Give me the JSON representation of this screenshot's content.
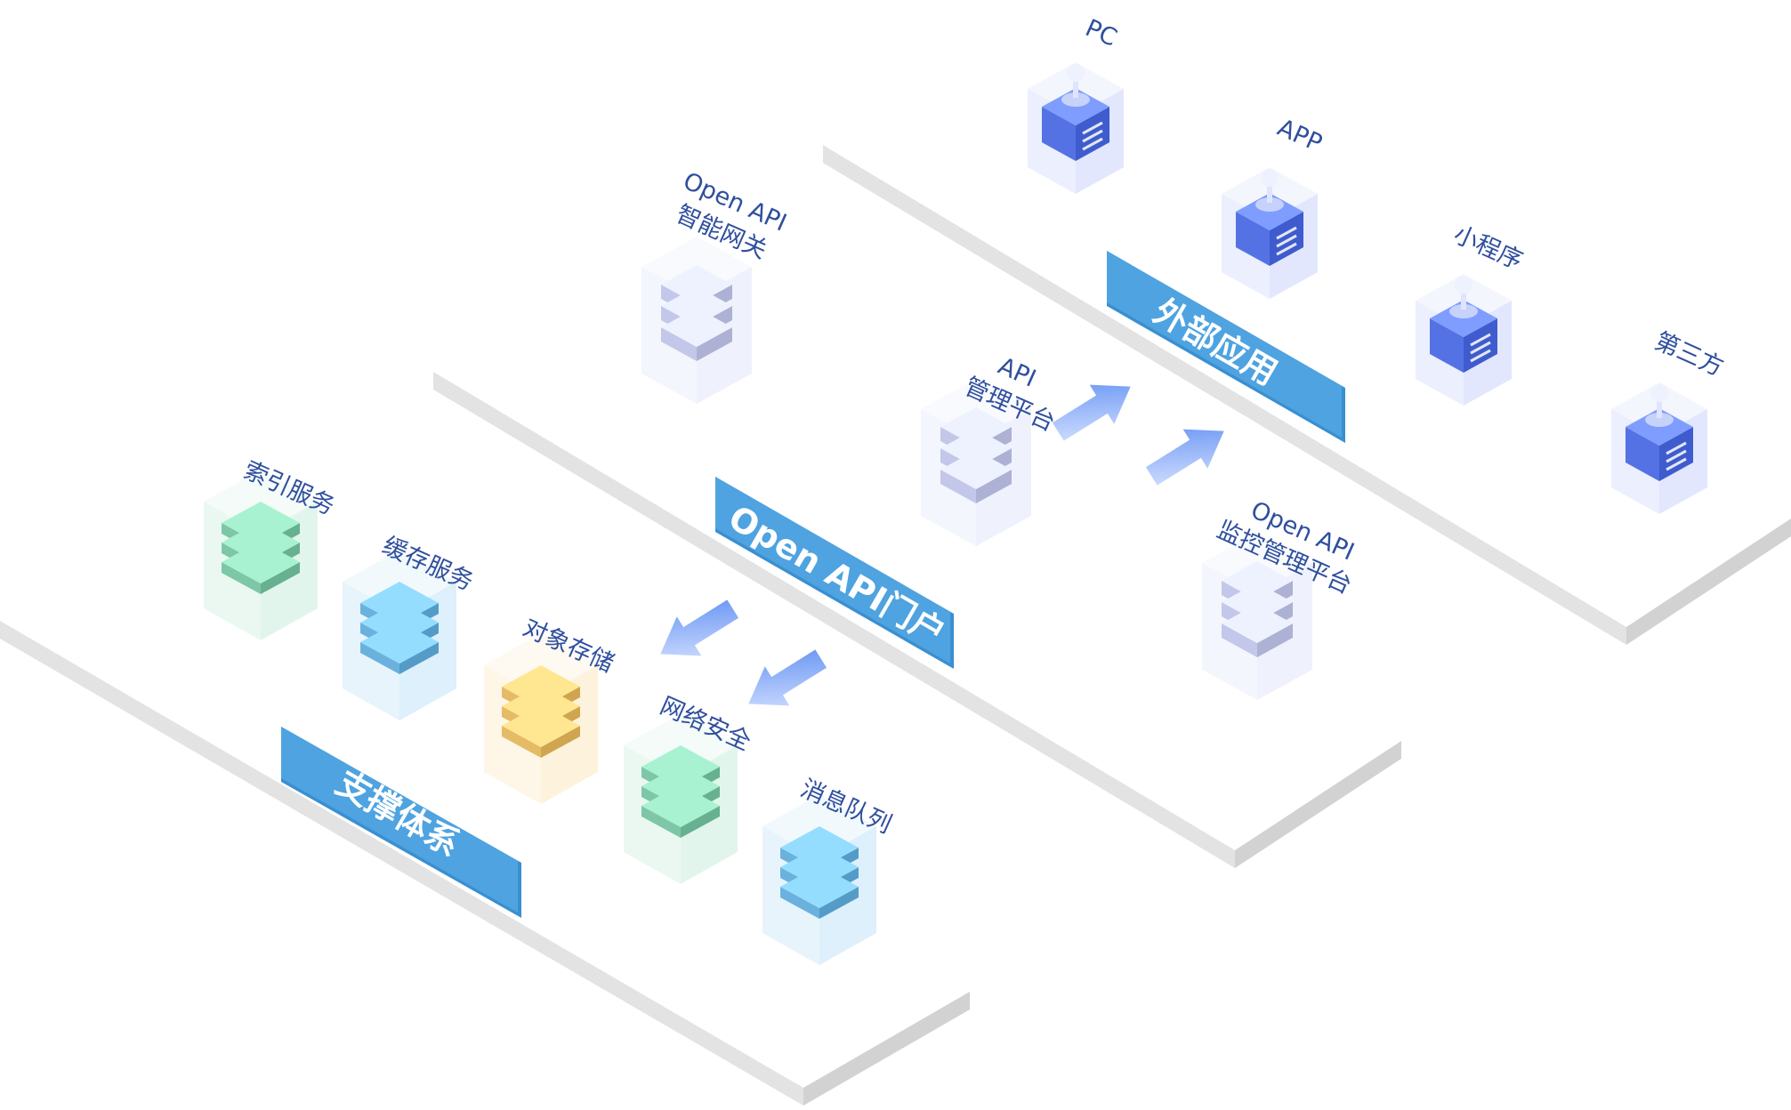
{
  "platforms": [
    {
      "id": "external",
      "banner": "外部应用"
    },
    {
      "id": "portal",
      "banner": "Open API门户"
    },
    {
      "id": "support",
      "banner": "支撑体系"
    }
  ],
  "external_apps": [
    {
      "label": "PC"
    },
    {
      "label": "APP"
    },
    {
      "label": "小程序"
    },
    {
      "label": "第三方"
    }
  ],
  "portal_nodes": [
    {
      "lines": [
        "Open API",
        "智能网关"
      ]
    },
    {
      "lines": [
        "API",
        "管理平台"
      ]
    },
    {
      "lines": [
        "Open API",
        "监控管理平台"
      ]
    }
  ],
  "support_services": [
    {
      "label": "索引服务",
      "color": "#8fd9b8"
    },
    {
      "label": "缓存服务",
      "color": "#7cc4ef"
    },
    {
      "label": "对象存储",
      "color": "#f7cd78"
    },
    {
      "label": "网络安全",
      "color": "#8fd9b8"
    },
    {
      "label": "消息队列",
      "color": "#7cc4ef"
    }
  ],
  "colors": {
    "banner": "#4ea3e0",
    "label": "#2f4f9e",
    "platform_edge": "#dcdcdc",
    "app_cube": "#6684f5",
    "server_cube": "#d5d9fb",
    "arrow": "#5f8ef3"
  }
}
